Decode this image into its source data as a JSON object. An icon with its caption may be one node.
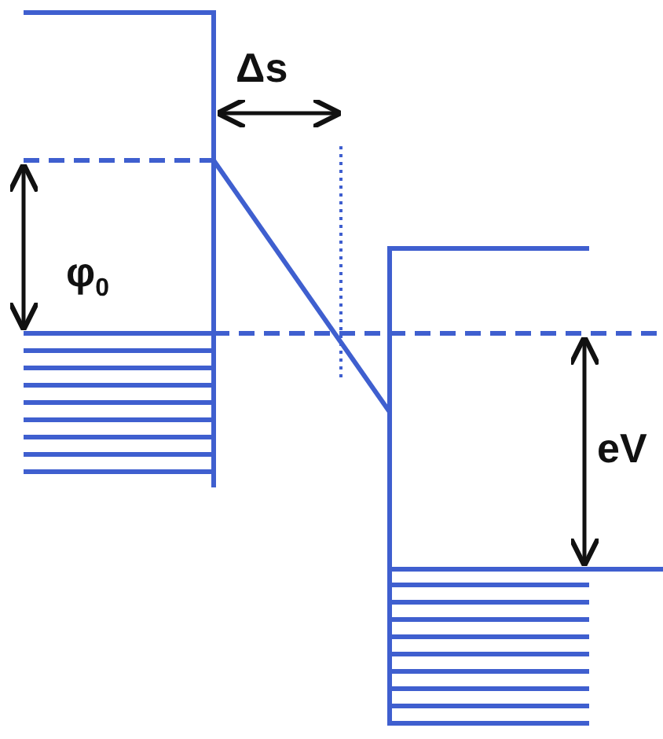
{
  "diagram": {
    "labels": [
      "Δs",
      "φ$_{0}$",
      "eV"
    ]
  }
}
